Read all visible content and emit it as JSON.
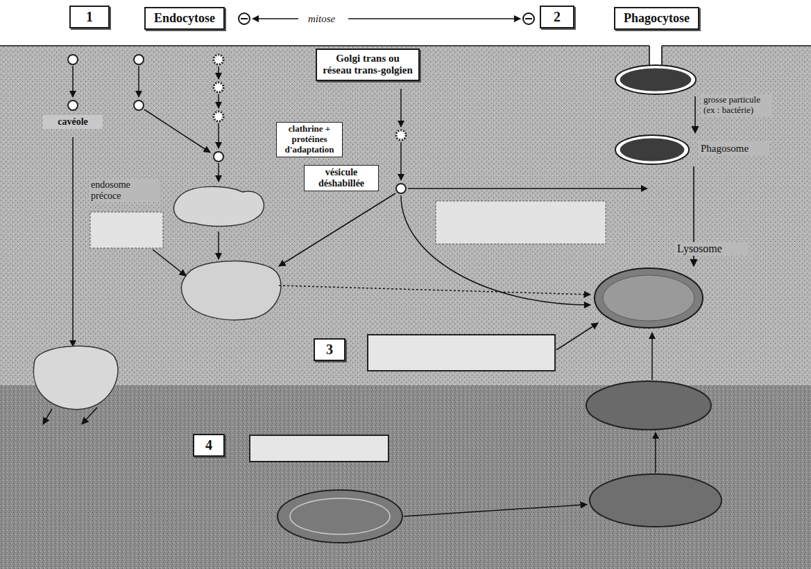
{
  "diagram": {
    "nodes": [
      {
        "text": [
          "1"
        ]
      },
      {
        "text": [
          "Endocytose"
        ]
      },
      {
        "text": [
          "2"
        ]
      },
      {
        "text": [
          "Phagocytose"
        ]
      },
      {
        "text": [
          "Golgi trans ou réseau trans-golgien"
        ]
      },
      {
        "text": [
          "grosse particule (ex : bactérie)"
        ]
      },
      {
        "text": [
          "Phagosome"
        ]
      },
      {
        "text": [
          "Lysosome"
        ]
      },
      {
        "text": [
          "3"
        ]
      },
      {
        "text": [
          "4"
        ]
      },
      {
        "text": [
          "endosome précoce"
        ]
      }
    ],
    "edges": [
      {
        "from": 5,
        "to": 6,
        "arrow": "to"
      },
      {
        "from": 6,
        "to": 7,
        "arrow": "to"
      }
    ],
    "labels": [
      "mitose",
      "cavéole",
      "clathrine + protéines d'adaptation",
      "vésicule déshabillée"
    ]
  }
}
